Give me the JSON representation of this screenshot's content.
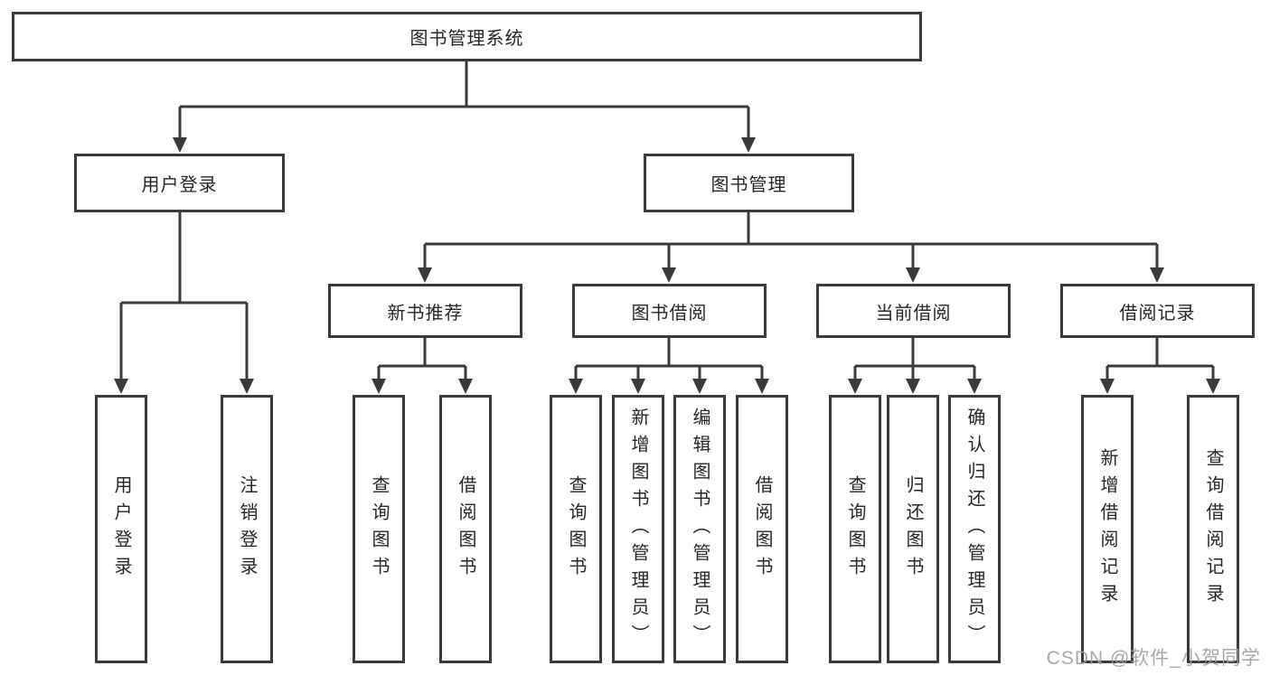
{
  "diagram": {
    "watermark": "CSDN @软件_小贺同学",
    "colors": {
      "line": "#3a3a3a",
      "background": "#ffffff",
      "watermark_text": "#9e9e9e"
    },
    "tree": {
      "label": "图书管理系统",
      "children": [
        {
          "label": "用户登录",
          "children": [
            {
              "label": "用户登录"
            },
            {
              "label": "注销登录"
            }
          ]
        },
        {
          "label": "图书管理",
          "children": [
            {
              "label": "新书推荐",
              "children": [
                {
                  "label": "查询图书"
                },
                {
                  "label": "借阅图书"
                }
              ]
            },
            {
              "label": "图书借阅",
              "children": [
                {
                  "label": "查询图书"
                },
                {
                  "label": "新增图书（管理员）"
                },
                {
                  "label": "编辑图书（管理员）"
                },
                {
                  "label": "借阅图书"
                }
              ]
            },
            {
              "label": "当前借阅",
              "children": [
                {
                  "label": "查询图书"
                },
                {
                  "label": "归还图书"
                },
                {
                  "label": "确认归还（管理员）"
                }
              ]
            },
            {
              "label": "借阅记录",
              "children": [
                {
                  "label": "新增借阅记录"
                },
                {
                  "label": "查询借阅记录"
                }
              ]
            }
          ]
        }
      ]
    }
  }
}
